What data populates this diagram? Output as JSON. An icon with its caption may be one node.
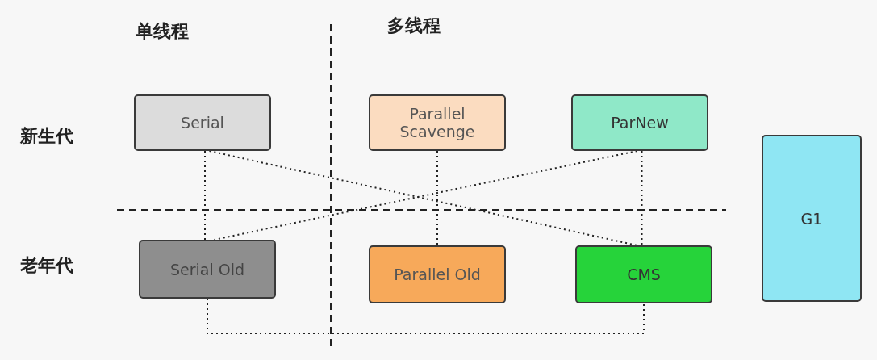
{
  "diagram": {
    "nodes": [
      {
        "text": [
          "Serial"
        ]
      },
      {
        "text": [
          "Parallel Scavenge"
        ]
      },
      {
        "text": [
          "ParNew"
        ]
      },
      {
        "text": [
          "G1"
        ]
      },
      {
        "text": [
          "Serial Old"
        ]
      },
      {
        "text": [
          "Parallel Old"
        ]
      },
      {
        "text": [
          "CMS"
        ]
      }
    ],
    "edges": [
      {
        "from": 0,
        "to": 4,
        "arrow": "none"
      },
      {
        "from": 0,
        "to": 6,
        "arrow": "none"
      },
      {
        "from": 1,
        "to": 5,
        "arrow": "none"
      },
      {
        "from": 2,
        "to": 4,
        "arrow": "none"
      },
      {
        "from": 2,
        "to": 6,
        "arrow": "none"
      },
      {
        "from": 4,
        "to": 6,
        "arrow": "none"
      }
    ],
    "labels": [
      "单线程",
      "多线程",
      "新生代",
      "老年代"
    ]
  }
}
